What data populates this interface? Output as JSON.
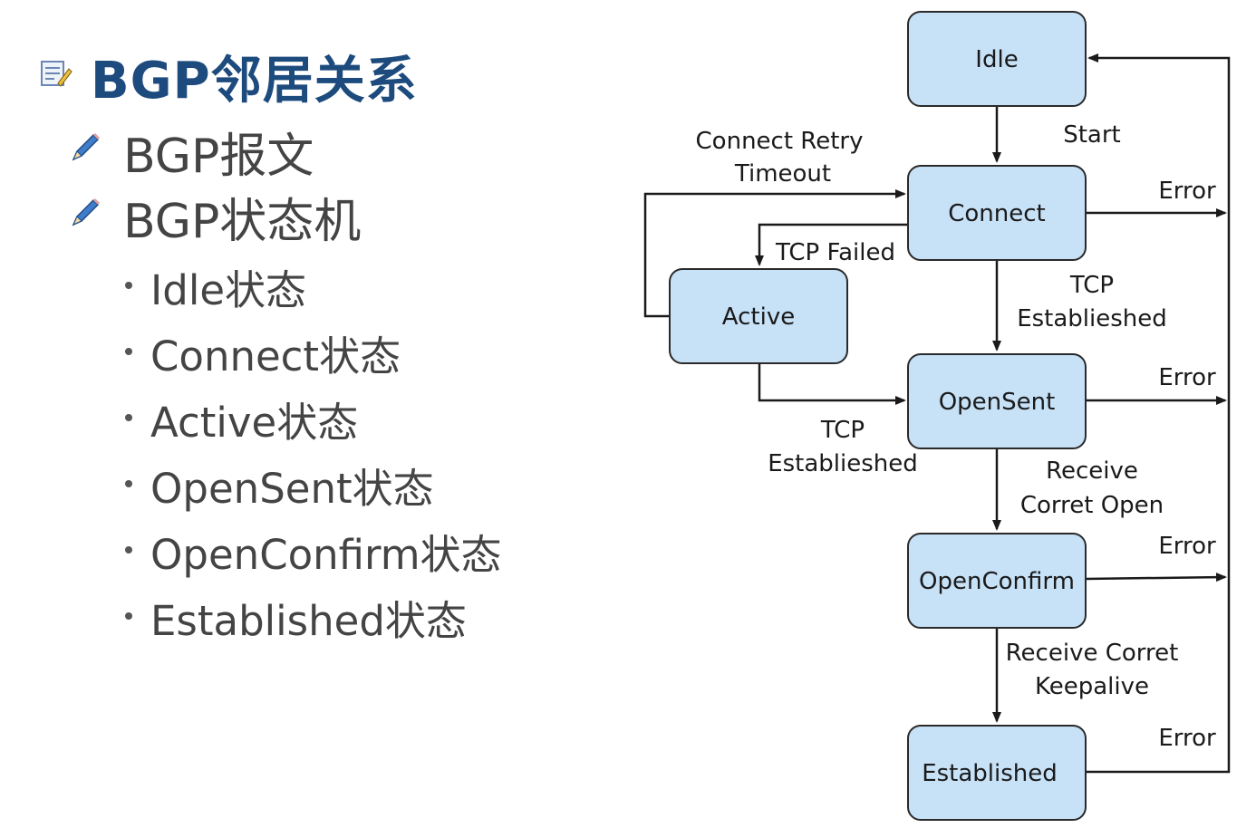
{
  "slide": {
    "title": "BGP邻居关系",
    "items": [
      {
        "label": "BGP报文",
        "children": []
      },
      {
        "label": "BGP状态机",
        "children": [
          "Idle状态",
          "Connect状态",
          "Active状态",
          "OpenSent状态",
          "OpenConfirm状态",
          "Established状态"
        ]
      }
    ]
  },
  "diagram": {
    "states": {
      "idle": "Idle",
      "connect": "Connect",
      "active": "Active",
      "opensent": "OpenSent",
      "openconfirm": "OpenConfirm",
      "established": "Established"
    },
    "edges": {
      "start": "Start",
      "retry_line1": "Connect Retry",
      "retry_line2": "Timeout",
      "tcp_failed": "TCP Failed",
      "tcp_est_right_1": "TCP",
      "tcp_est_right_2": "Establieshed",
      "tcp_est_left_1": "TCP",
      "tcp_est_left_2": "Establieshed",
      "receive_open_1": "Receive",
      "receive_open_2": "Corret Open",
      "receive_keep_1": "Receive Corret",
      "receive_keep_2": "Keepalive",
      "error_connect": "Error",
      "error_opensent": "Error",
      "error_openconfirm": "Error",
      "error_established": "Error"
    },
    "colors": {
      "state_fill": "#c7e1f7",
      "title": "#1d4b7e"
    }
  }
}
